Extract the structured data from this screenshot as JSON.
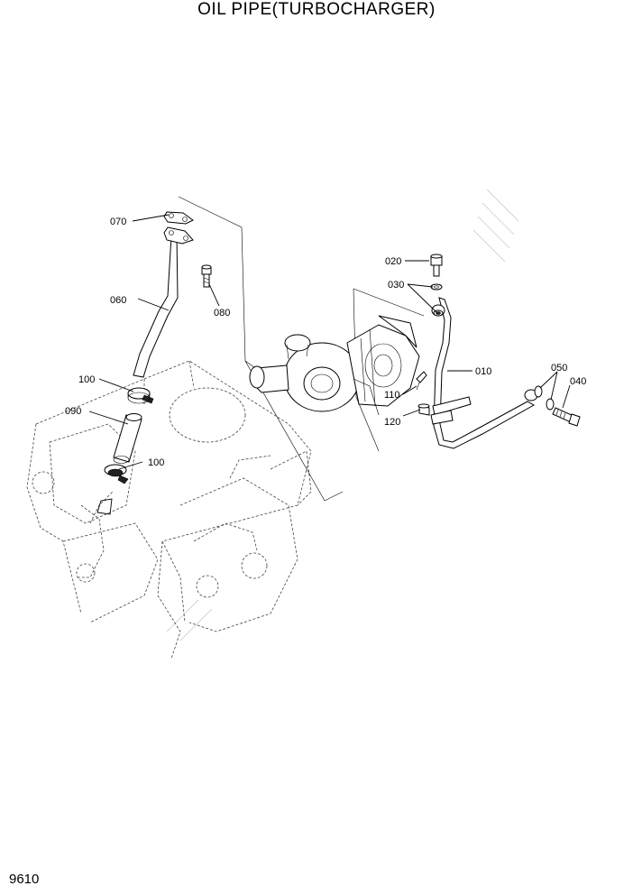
{
  "title": "OIL PIPE(TURBOCHARGER)",
  "page_number": "9610",
  "callouts": {
    "c010": "010",
    "c020": "020",
    "c030": "030",
    "c040": "040",
    "c050": "050",
    "c060": "060",
    "c070": "070",
    "c080": "080",
    "c090": "090",
    "c100a": "100",
    "c100b": "100",
    "c110": "110",
    "c120": "120"
  }
}
